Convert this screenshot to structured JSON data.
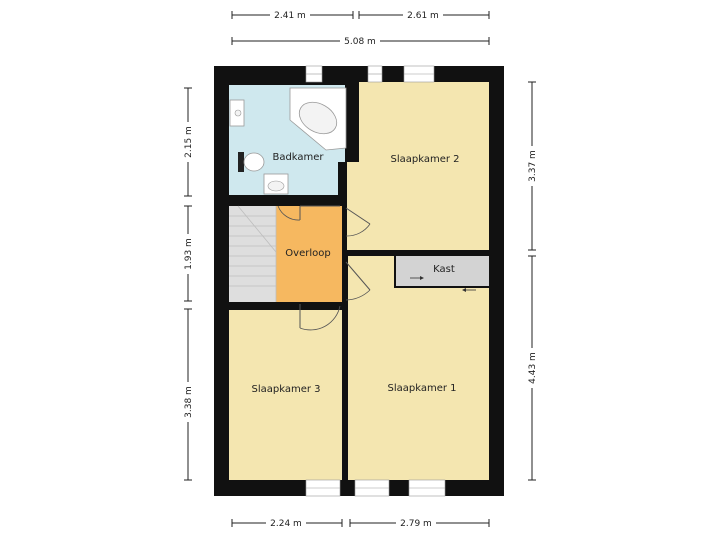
{
  "rooms": {
    "badkamer": "Badkamer",
    "slaapkamer2": "Slaapkamer 2",
    "overloop": "Overloop",
    "kast": "Kast",
    "slaapkamer3": "Slaapkamer 3",
    "slaapkamer1": "Slaapkamer 1"
  },
  "dimensions": {
    "top_left": "2.41 m",
    "top_right": "2.61 m",
    "top_total": "5.08 m",
    "left_top": "2.15 m",
    "left_mid": "1.93 m",
    "left_bottom": "3.38 m",
    "right_top": "3.37 m",
    "right_bottom": "4.43 m",
    "bottom_left": "2.24 m",
    "bottom_right": "2.79 m"
  },
  "colors": {
    "bedroom": "#f4e6b0",
    "bathroom": "#cfe8ee",
    "landing": "#f6b860",
    "closet": "#d3d3d3",
    "stairs": "#dedede",
    "wall": "#111111"
  },
  "icons": {
    "bath": "corner-bathtub-icon",
    "toilet": "toilet-icon",
    "sink": "sink-icon",
    "stairs": "staircase-icon",
    "door": "door-swing-icon",
    "window": "window-icon"
  }
}
